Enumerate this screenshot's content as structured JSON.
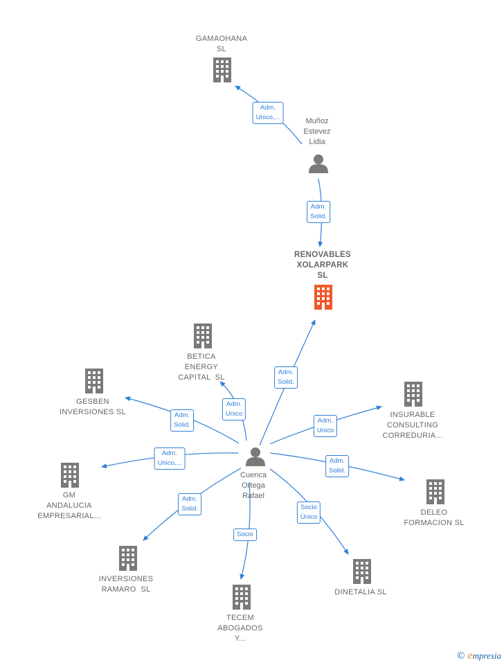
{
  "nodes": [
    {
      "id": "gamaohana",
      "type": "company",
      "label": "GAMAOHANA\nSL"
    },
    {
      "id": "munoz",
      "type": "person",
      "label": "Muñoz\nEstevez\nLidia"
    },
    {
      "id": "renovables",
      "type": "company",
      "focus": true,
      "label": "RENOVABLES\nXOLARPARK\nSL"
    },
    {
      "id": "cuenca",
      "type": "person",
      "label": "Cuenca\nOrtega\nRafael"
    },
    {
      "id": "betica",
      "type": "company",
      "label": "BETICA\nENERGY\nCAPITAL  SL"
    },
    {
      "id": "gesben",
      "type": "company",
      "label": "GESBEN\nINVERSIONES SL"
    },
    {
      "id": "insurable",
      "type": "company",
      "label": "INSURABLE\nCONSULTING\nCORREDURIA..."
    },
    {
      "id": "gm",
      "type": "company",
      "label": "GM\nANDALUCIA\nEMPRESARIAL..."
    },
    {
      "id": "deleo",
      "type": "company",
      "label": "DELEO\nFORMACION SL"
    },
    {
      "id": "ramaro",
      "type": "company",
      "label": "INVERSIONES\nRAMARO  SL"
    },
    {
      "id": "dinetalia",
      "type": "company",
      "label": "DINETALIA SL"
    },
    {
      "id": "tecem",
      "type": "company",
      "label": "TECEM\nABOGADOS\nY..."
    }
  ],
  "edges": [
    {
      "from": "munoz",
      "to": "gamaohana",
      "label": "Adm.\nUnico,..."
    },
    {
      "from": "munoz",
      "to": "renovables",
      "label": "Adm.\nSolid."
    },
    {
      "from": "cuenca",
      "to": "renovables",
      "label": "Adm.\nSolid."
    },
    {
      "from": "cuenca",
      "to": "betica",
      "label": "Adm.\nUnico"
    },
    {
      "from": "cuenca",
      "to": "gesben",
      "label": "Adm.\nSolid."
    },
    {
      "from": "cuenca",
      "to": "insurable",
      "label": "Adm.\nUnico"
    },
    {
      "from": "cuenca",
      "to": "gm",
      "label": "Adm.\nUnico,..."
    },
    {
      "from": "cuenca",
      "to": "deleo",
      "label": "Adm.\nSolid."
    },
    {
      "from": "cuenca",
      "to": "ramaro",
      "label": "Adm.\nSolid."
    },
    {
      "from": "cuenca",
      "to": "dinetalia",
      "label": "Socio\nÚnico"
    },
    {
      "from": "cuenca",
      "to": "tecem",
      "label": "Socio"
    }
  ],
  "colors": {
    "edge": "#2f7fd6",
    "icon": "#7a7a7a",
    "focus": "#f0582b",
    "text": "#666666"
  },
  "brand": {
    "copyright": "©",
    "initial": "e",
    "rest": "mpresia"
  }
}
